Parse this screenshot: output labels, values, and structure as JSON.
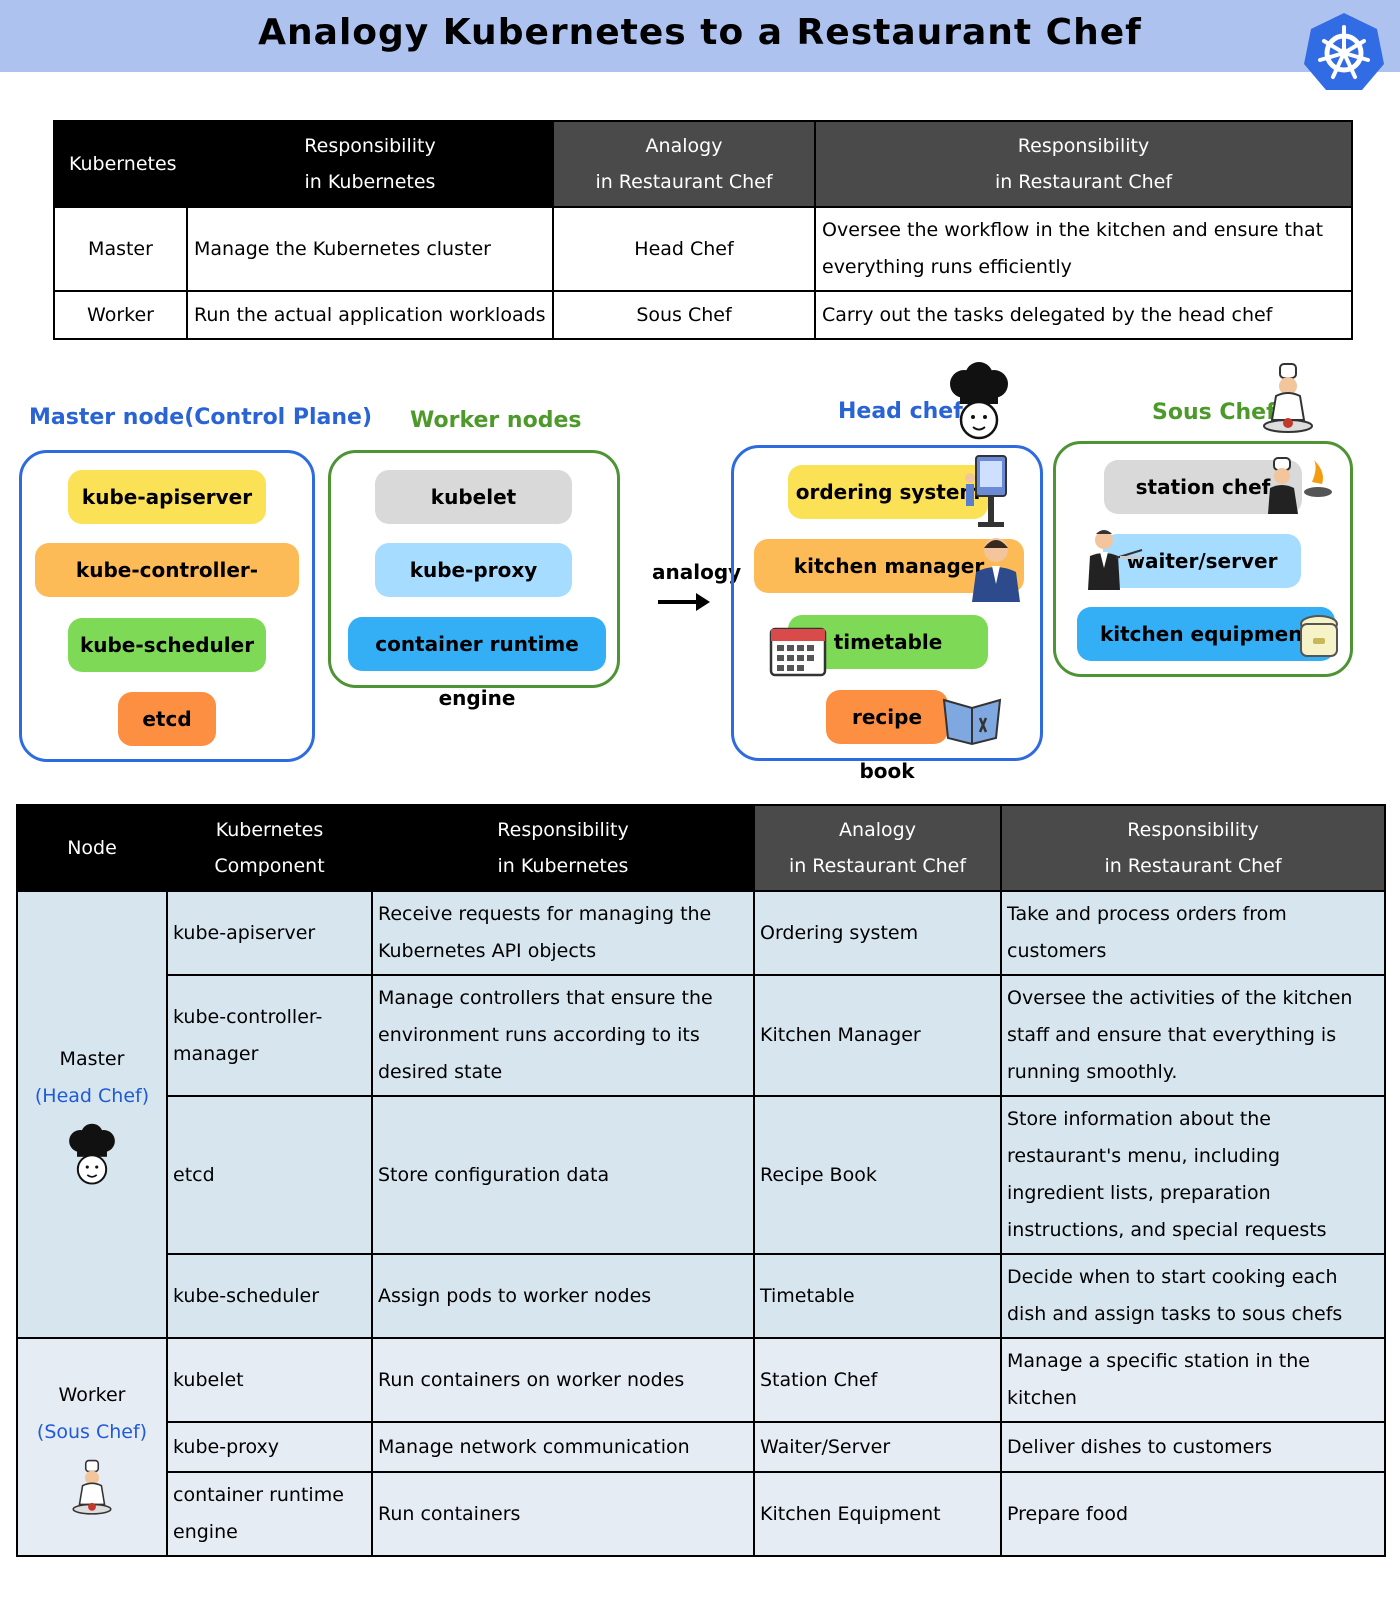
{
  "title": "Analogy Kubernetes to a Restaurant Chef",
  "summary_table": {
    "headers": [
      "Kubernetes",
      "Responsibility\nin Kubernetes",
      "Analogy\nin Restaurant Chef",
      "Responsibility\nin Restaurant Chef"
    ],
    "rows": [
      [
        "Master",
        "Manage the Kubernetes cluster",
        "Head Chef",
        "Oversee the workflow in the kitchen and ensure that everything runs efficiently"
      ],
      [
        "Worker",
        "Run the actual application workloads",
        "Sous Chef",
        "Carry out the tasks delegated by the head chef"
      ]
    ]
  },
  "diagram": {
    "master_label": "Master node(Control Plane)",
    "master_items": [
      "kube-apiserver",
      "kube-controller-manager",
      "kube-scheduler",
      "etcd"
    ],
    "worker_label": "Worker nodes",
    "worker_items": [
      "kubelet",
      "kube-proxy",
      "container runtime engine"
    ],
    "arrow_label": "analogy",
    "head_chef_label": "Head chef",
    "head_chef_items": [
      "ordering system",
      "kitchen manager",
      "timetable",
      "recipe book"
    ],
    "sous_chef_label": "Sous Chef",
    "sous_chef_items": [
      "station chef",
      "waiter/server",
      "kitchen equipment"
    ]
  },
  "detail_table": {
    "headers": [
      "Node",
      "Kubernetes\nComponent",
      "Responsibility\nin Kubernetes",
      "Analogy\nin Restaurant Chef",
      "Responsibility\nin Restaurant Chef"
    ],
    "master_node": {
      "name": "Master",
      "sub": "(Head Chef)"
    },
    "worker_node": {
      "name": "Worker",
      "sub": "(Sous Chef)"
    },
    "master_rows": [
      [
        "kube-apiserver",
        "Receive requests for managing the Kubernetes API objects",
        "Ordering system",
        "Take and process orders from customers"
      ],
      [
        "kube-controller-manager",
        "Manage controllers that ensure the environment runs according to its desired state",
        "Kitchen Manager",
        "Oversee the activities of the kitchen staff and ensure that everything is running smoothly."
      ],
      [
        "etcd",
        "Store configuration data",
        "Recipe Book",
        "Store information about the restaurant's menu, including ingredient lists, preparation instructions, and special requests"
      ],
      [
        "kube-scheduler",
        "Assign pods to worker nodes",
        "Timetable",
        "Decide when to start cooking each dish and assign tasks to sous chefs"
      ]
    ],
    "worker_rows": [
      [
        "kubelet",
        "Run containers on worker nodes",
        "Station Chef",
        "Manage a specific station in the kitchen"
      ],
      [
        "kube-proxy",
        "Manage network communication",
        "Waiter/Server",
        "Deliver dishes to customers"
      ],
      [
        "container runtime engine",
        "Run containers",
        "Kitchen Equipment",
        "Prepare food"
      ]
    ]
  },
  "icons": [
    "kubernetes-logo-icon",
    "chef-hat-icon",
    "sous-chef-icon",
    "kiosk-icon",
    "manager-icon",
    "calendar-icon",
    "recipe-book-icon",
    "cook-icon",
    "waiter-icon",
    "rice-cooker-icon",
    "arrow-right-icon"
  ]
}
